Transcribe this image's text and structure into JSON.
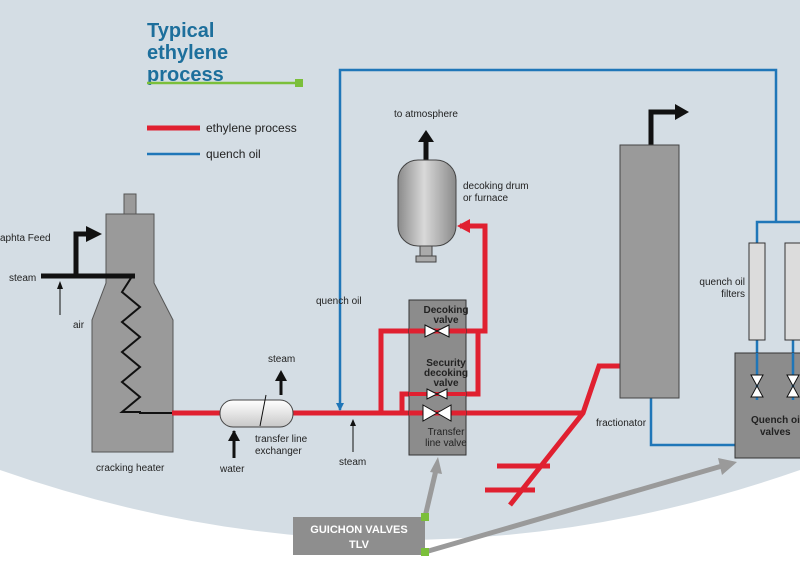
{
  "title": {
    "line1": "Typical",
    "line2": "ethylene",
    "line3": "process"
  },
  "legend": {
    "ethylene": "ethylene process",
    "quench": "quench oil"
  },
  "labels": {
    "naphta_feed": "aphta Feed",
    "steam_left": "steam",
    "air": "air",
    "cracking_heater": "cracking heater",
    "water": "water",
    "steam_tle": "steam",
    "tle_line1": "transfer line",
    "tle_line2": "exchanger",
    "steam_bottom": "steam",
    "quench_oil": "quench oil",
    "to_atmosphere": "to atmosphere",
    "drum_line1": "decoking drum",
    "drum_line2": "or furnace",
    "decoking_valve_line1": "Decoking",
    "decoking_valve_line2": "valve",
    "security_line1": "Security",
    "security_line2": "decoking",
    "security_line3": "valve",
    "transfer_line1": "Transfer",
    "transfer_line2": "line valve",
    "fractionator": "fractionator",
    "filters_line1": "quench oil",
    "filters_line2": "filters",
    "quench_valves_line1": "Quench oil",
    "quench_valves_line2": "valves"
  },
  "badge": {
    "line1": "GUICHON VALVES",
    "line2": "TLV"
  },
  "colors": {
    "background": "#d4dde4",
    "ethylene": "#e02030",
    "quench": "#1f76b8",
    "title": "#1d6f9c",
    "accent_green": "#7bbf3a",
    "equipment": "#9a9a9a",
    "valve_box": "#8c8c8c",
    "badge": "#8e8e8e"
  }
}
